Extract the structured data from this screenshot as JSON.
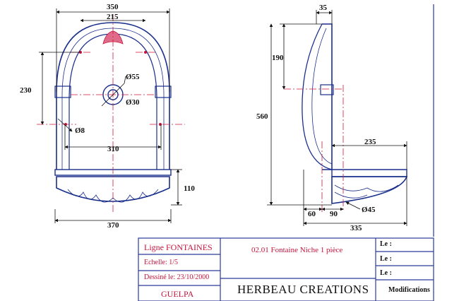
{
  "colors": {
    "outline": "#1a2f8c",
    "centerline": "#d11a3a",
    "dimension": "#111111",
    "frame": "#2a3a9a",
    "label_red": "#c4143c"
  },
  "front_view": {
    "dims": {
      "overall_width": "350",
      "arch_width": "215",
      "arch_height": "230",
      "outlet_diameter": "Ø55",
      "inner_diameter": "Ø30",
      "hole_diameter": "Ø8",
      "basin_inner_width": "310",
      "basin_height": "110",
      "basin_width": "370"
    }
  },
  "side_view": {
    "dims": {
      "top_depth": "35",
      "upper_height": "190",
      "total_height": "560",
      "basin_depth": "235",
      "outlet_offset": "60",
      "outlet_spacing": "90",
      "outlet_diameter": "Ø45",
      "overall_depth": "335"
    }
  },
  "title_block": {
    "ligne": "Ligne  FONTAINES",
    "echelle": "Echelle: 1/5",
    "dessine": "Dessiné le: 23/10/2000",
    "author": "GUELPA",
    "reference": "02.01 Fontaine Niche 1 pièce",
    "company": "HERBEAU CREATIONS",
    "le_1": "Le :",
    "le_2": "Le :",
    "le_3": "Le :",
    "modifications": "Modifications"
  }
}
